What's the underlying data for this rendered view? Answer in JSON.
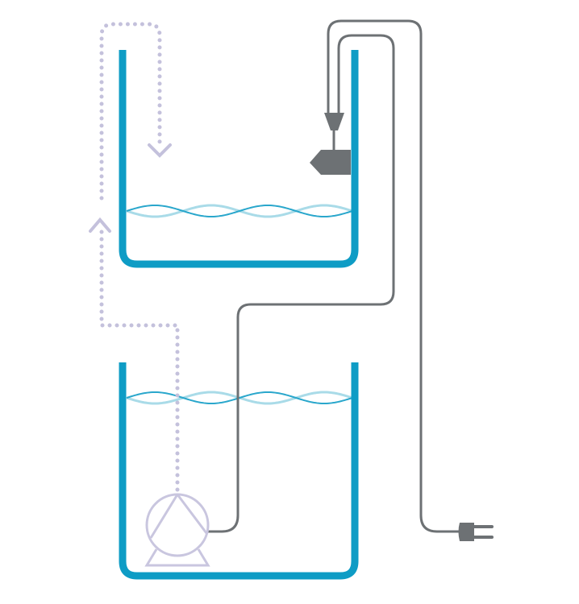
{
  "diagram": {
    "description_labels": [],
    "components": [
      "upper-tank",
      "lower-tank",
      "float-switch",
      "submersible-pump",
      "power-plug",
      "water-flow-path"
    ],
    "colors": {
      "tank": "#0e9cc5",
      "wave_dark": "#2aa7cc",
      "wave_light": "#a9dbe8",
      "wire": "#6d7174",
      "device": "#6d7174",
      "flow": "#c4c1dc",
      "pump": "#c9c6df"
    }
  }
}
